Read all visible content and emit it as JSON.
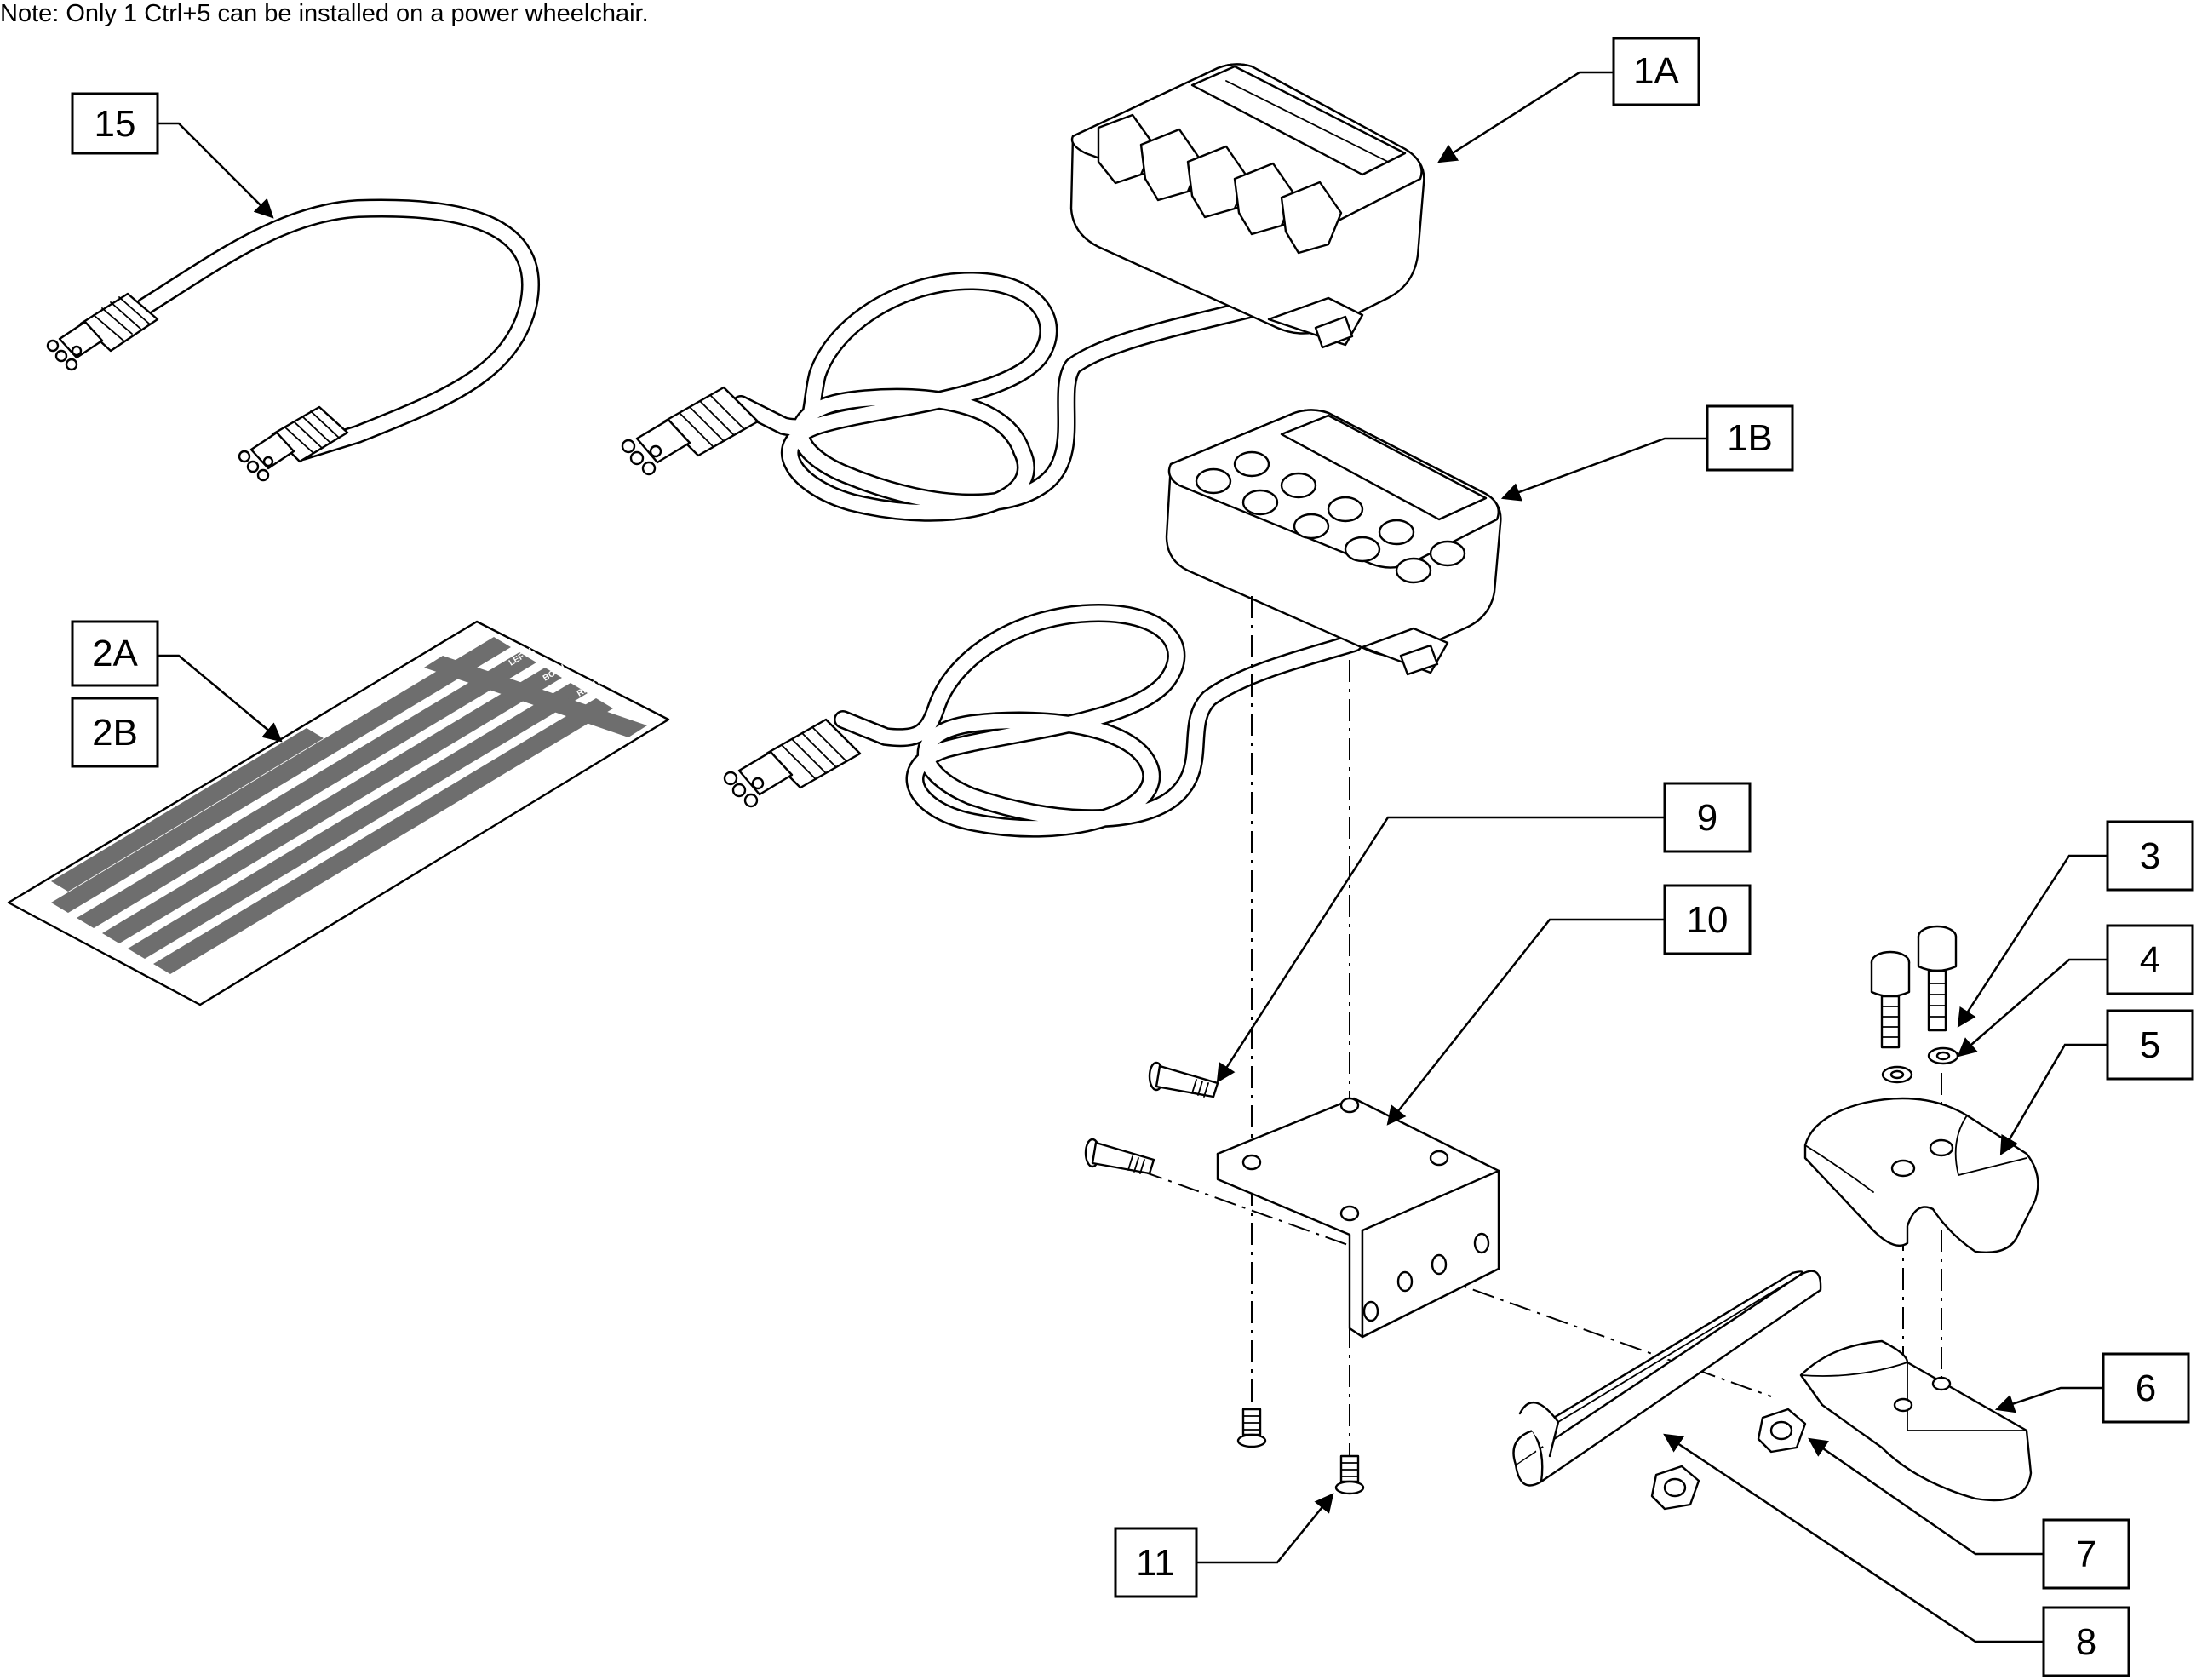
{
  "note": "Note: Only 1 Ctrl+5 can be installed on a power wheelchair.",
  "callouts": {
    "c15": "15",
    "c1a": "1A",
    "c1b": "1B",
    "c2a": "2A",
    "c2b": "2B",
    "c9": "9",
    "c10": "10",
    "c3": "3",
    "c4": "4",
    "c5": "5",
    "c6": "6",
    "c7": "7",
    "c8": "8",
    "c11": "11"
  },
  "label_sheet": {
    "left_leg": "LEFT LEG",
    "both_legs": "BOTH LEGS",
    "right_leg": "RIGHT LEG"
  }
}
